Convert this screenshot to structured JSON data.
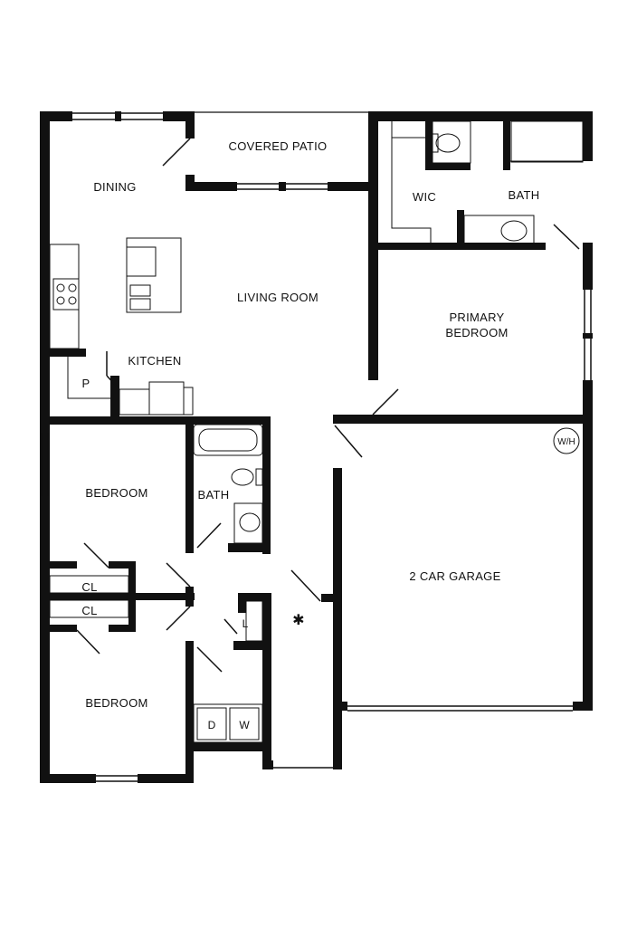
{
  "rooms": {
    "covered_patio": "COVERED PATIO",
    "dining": "DINING",
    "living_room": "LIVING ROOM",
    "kitchen": "KITCHEN",
    "pantry": "P",
    "wic": "WIC",
    "primary_bath": "BATH",
    "primary_bedroom_line1": "PRIMARY",
    "primary_bedroom_line2": "BEDROOM",
    "hall_bath": "BATH",
    "bedroom_upper": "BEDROOM",
    "bedroom_lower": "BEDROOM",
    "closet_1": "CL",
    "closet_2": "CL",
    "linen": "L",
    "garage": "2 CAR GARAGE",
    "water_heater": "W/H",
    "dryer": "D",
    "washer": "W",
    "hvac_symbol": "✱"
  }
}
